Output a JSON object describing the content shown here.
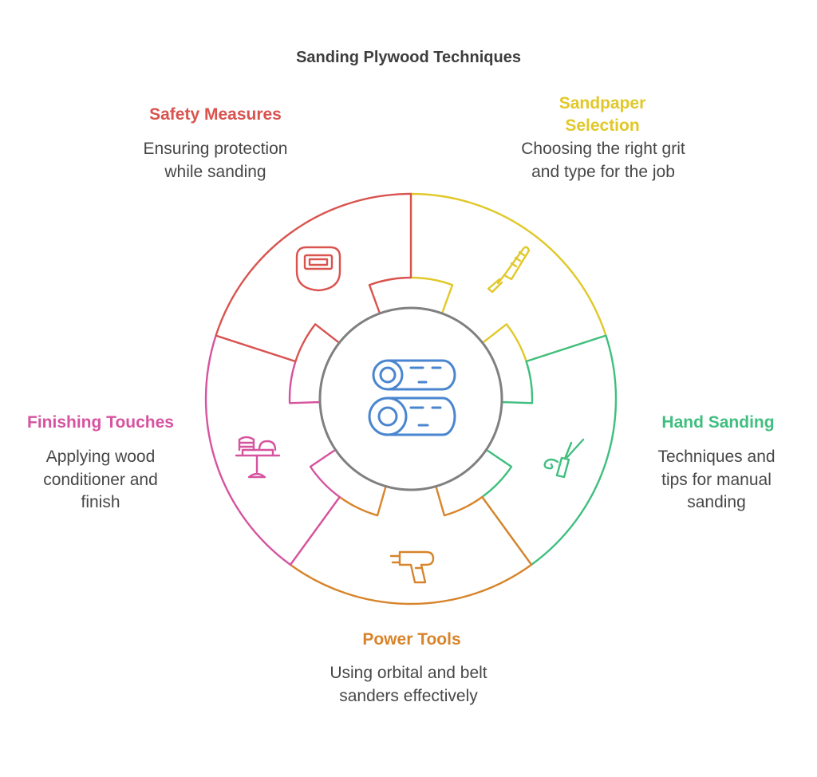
{
  "title": "Sanding Plywood Techniques",
  "center": {
    "icon": "plywood-rolls-icon",
    "color": "#4a86cf"
  },
  "ring_color": "#808080",
  "sections": [
    {
      "id": "safety",
      "heading": "Safety Measures",
      "description": "Ensuring protection while sanding",
      "color": "#d9534f",
      "icon": "welding-mask-icon"
    },
    {
      "id": "sandpaper",
      "heading": "Sandpaper Selection",
      "description": "Choosing the right grit and type for the job",
      "color": "#e1c828",
      "icon": "file-tool-icon"
    },
    {
      "id": "hand",
      "heading": "Hand Sanding",
      "description": "Techniques and tips for manual sanding",
      "color": "#3fbf7f",
      "icon": "hand-tool-icon"
    },
    {
      "id": "power",
      "heading": "Power Tools",
      "description": "Using orbital and belt sanders effectively",
      "color": "#d8842b",
      "icon": "power-drill-icon"
    },
    {
      "id": "finishing",
      "heading": "Finishing Touches",
      "description": "Applying wood conditioner and finish",
      "color": "#d6539f",
      "icon": "cake-stand-icon"
    }
  ]
}
